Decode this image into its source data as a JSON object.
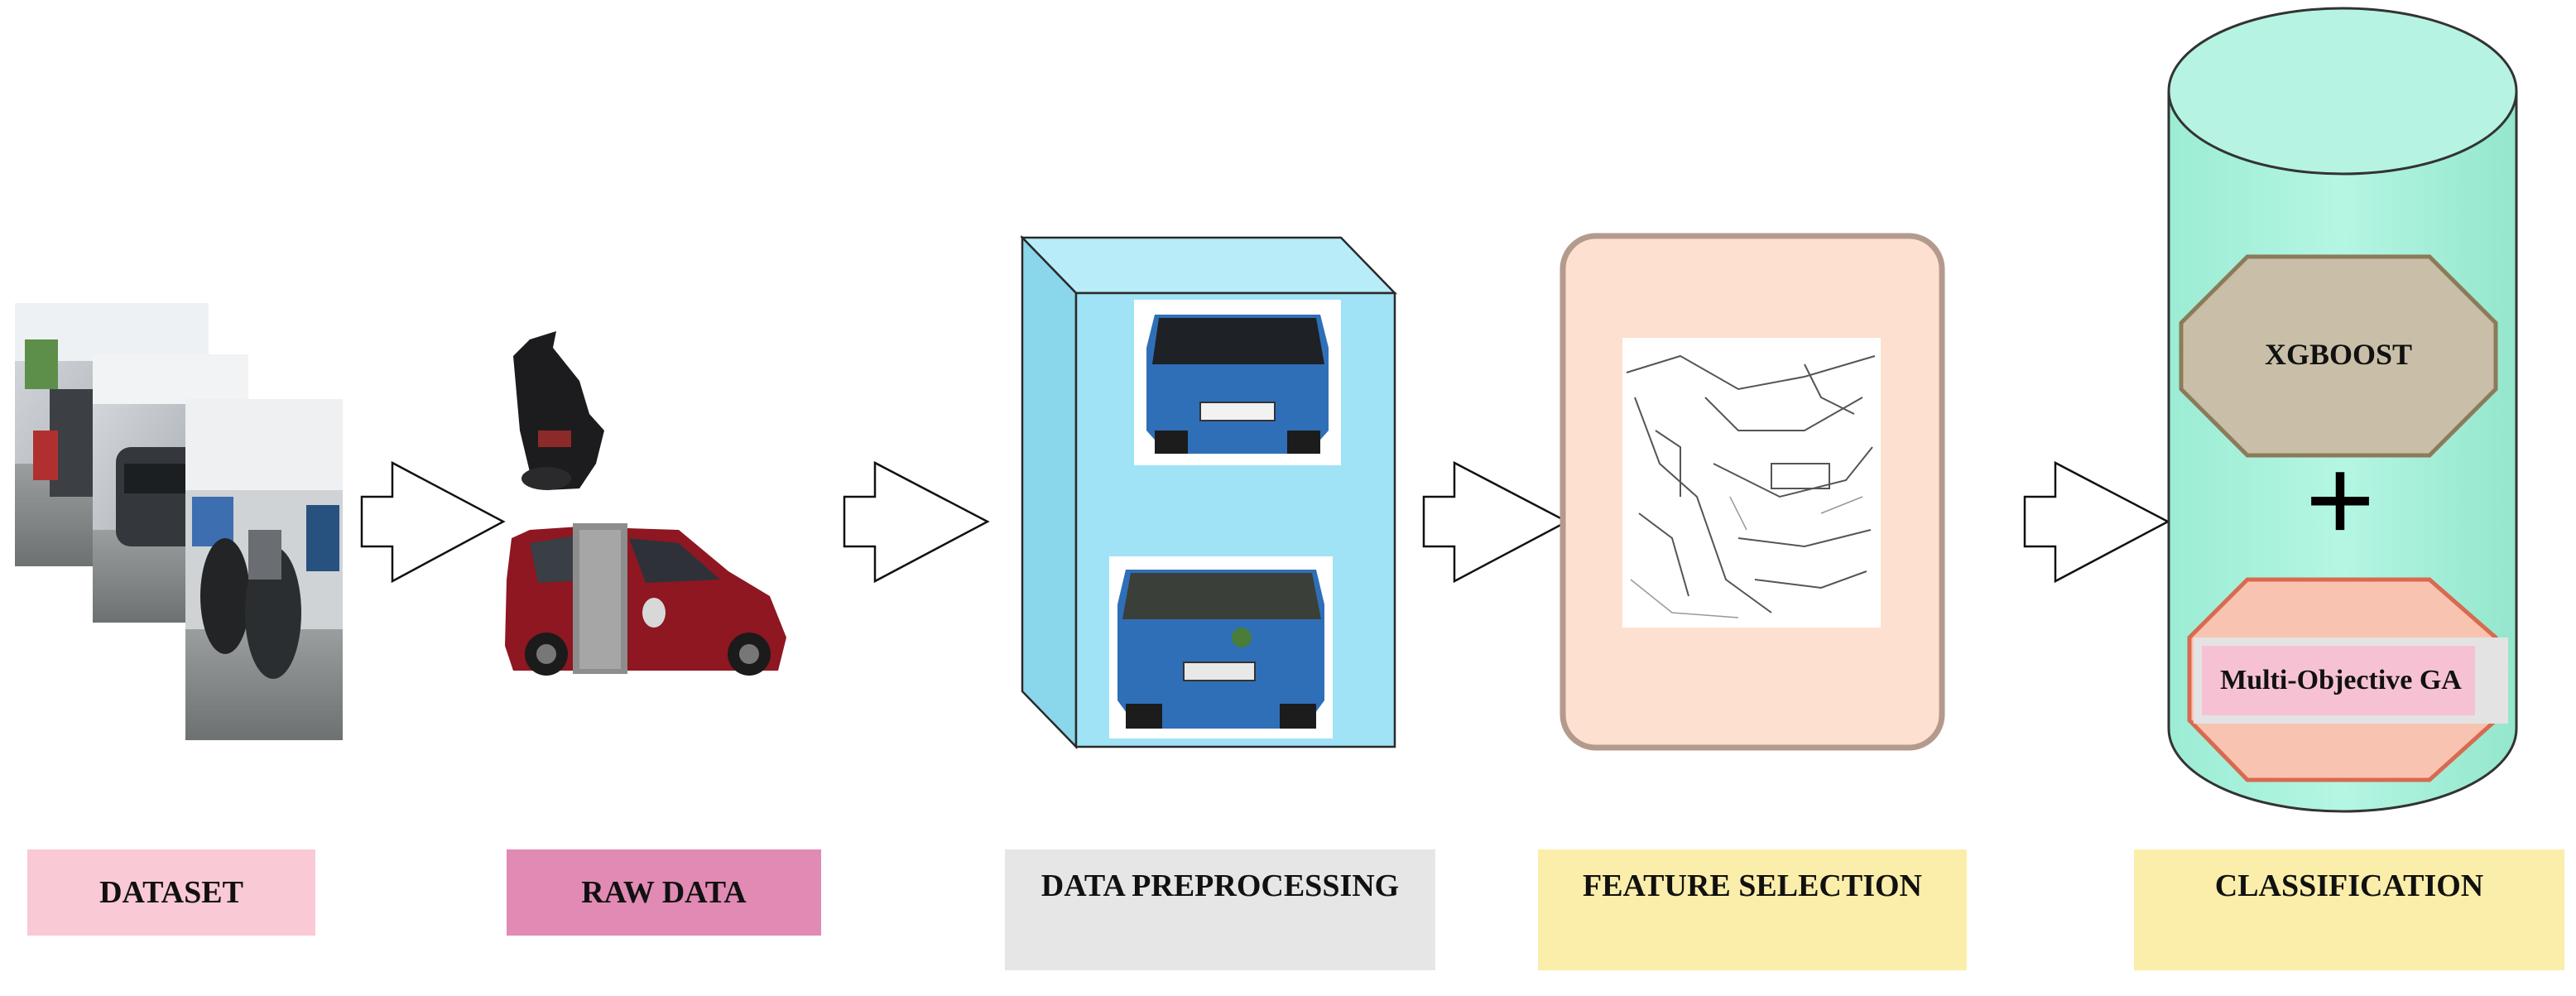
{
  "stages": {
    "dataset": "DATASET",
    "raw_data": "RAW DATA",
    "data_preprocessing": "DATA PREPROCESSING",
    "feature_selection": "FEATURE SELECTION",
    "classification": "CLASSIFICATION"
  },
  "classifier": {
    "model": "XGBOOST",
    "combiner_symbol": "+",
    "optimizer": "Multi-Objective GA"
  },
  "colors": {
    "dataset_label_bg": "#f9c9d6",
    "raw_label_bg": "#e08ab4",
    "preprocessing_label_bg": "#e6e6e6",
    "feature_label_bg": "#fbeeaa",
    "classification_label_bg": "#fbeeaa",
    "preprocessing_box": "#9ee3f5",
    "feature_box_fill": "#fde0cf",
    "feature_box_border": "#b49a8d",
    "cylinder_fill": "#a8f2dc",
    "xgboost_fill": "#c9bfa8",
    "ga_fill": "#f9c3b2"
  }
}
